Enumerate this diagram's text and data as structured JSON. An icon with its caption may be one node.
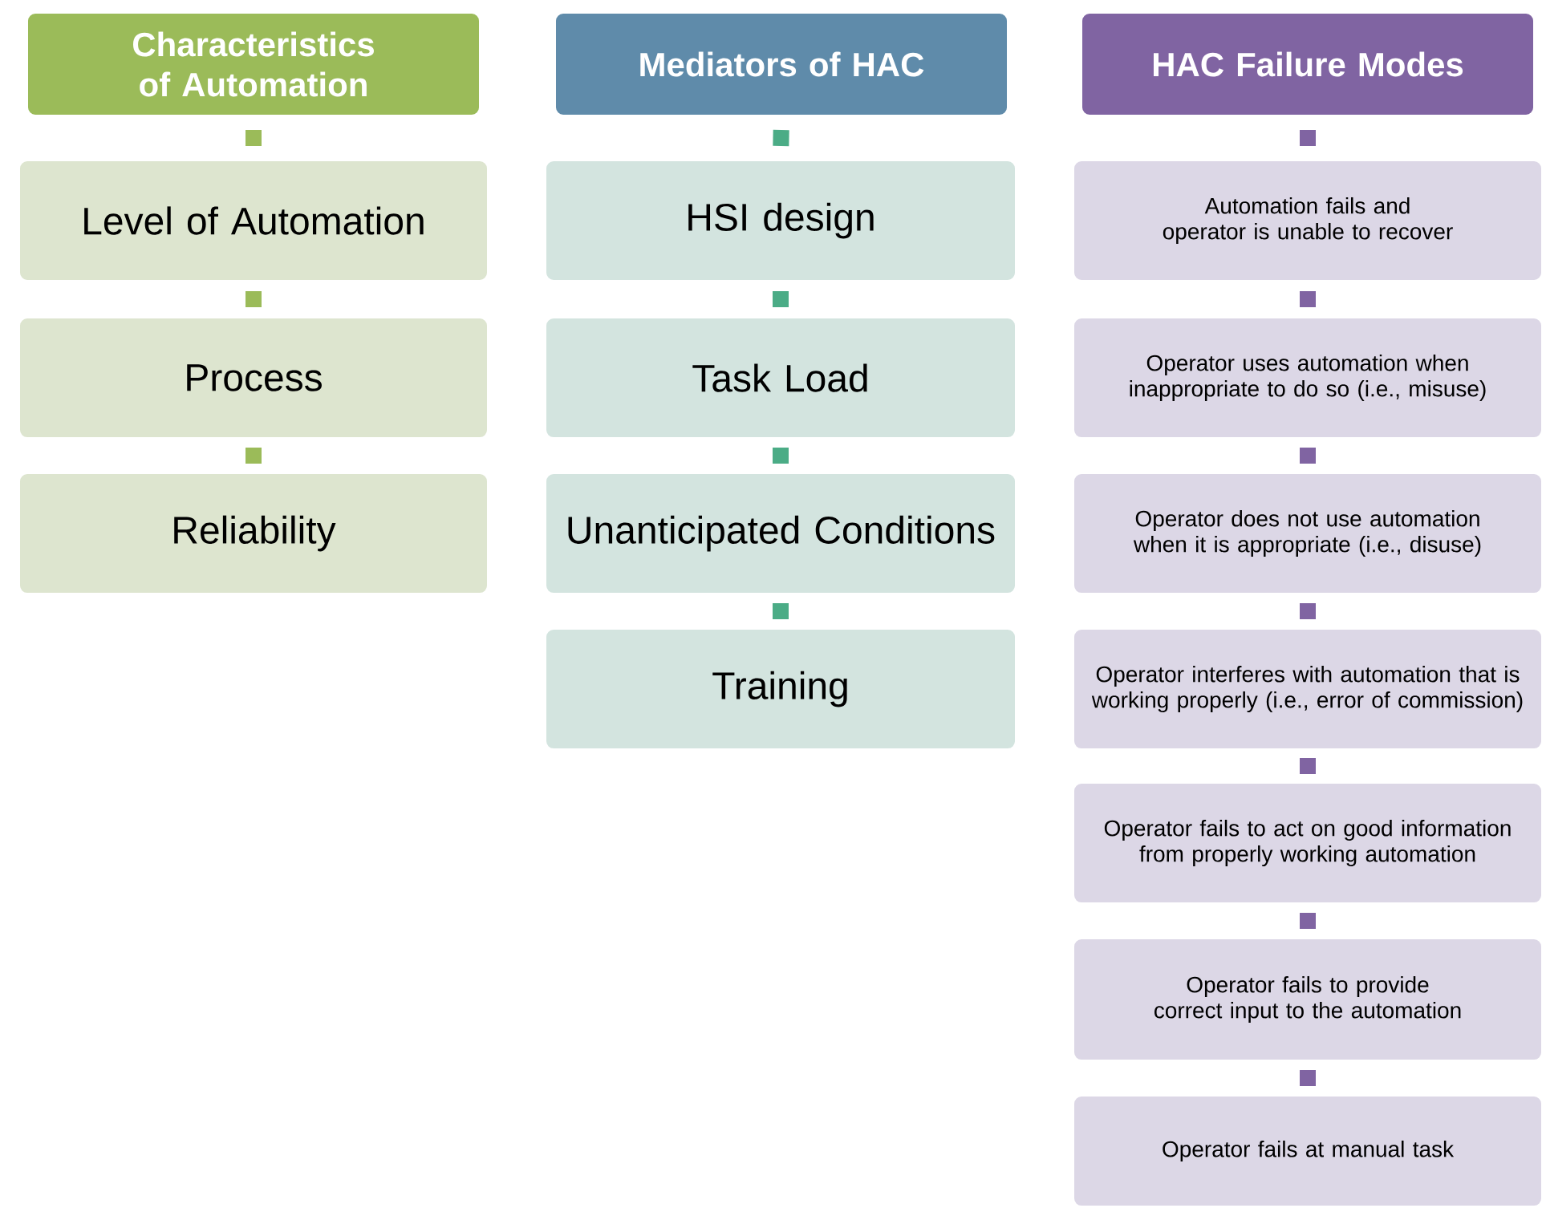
{
  "diagram": {
    "nodes": [
      {
        "text": [
          "Characteristics of Automation"
        ]
      },
      {
        "text": [
          "Level of Automation"
        ]
      },
      {
        "text": [
          "Process"
        ]
      },
      {
        "text": [
          "Reliability"
        ]
      },
      {
        "text": [
          "Mediators of HAC"
        ]
      },
      {
        "text": [
          "HSI design"
        ]
      },
      {
        "text": [
          "Task Load"
        ]
      },
      {
        "text": [
          "Unanticipated Conditions"
        ]
      },
      {
        "text": [
          "Training"
        ]
      },
      {
        "text": [
          "HAC Failure Modes"
        ]
      },
      {
        "text": [
          "Automation fails and operator is unable to recover"
        ]
      },
      {
        "text": [
          "Operator uses automation when inappropriate to do so (i.e., misuse)"
        ]
      },
      {
        "text": [
          "Operator does not use automation when it is appropriate (i.e., disuse)"
        ]
      },
      {
        "text": [
          "Operator interferes with automation that is working properly (i.e., error of commission)"
        ]
      },
      {
        "text": [
          "Operator fails to act on good information from properly working automation"
        ]
      },
      {
        "text": [
          "Operator fails to provide correct input to the automation"
        ]
      },
      {
        "text": [
          "Operator fails at manual task"
        ]
      }
    ],
    "edges": [
      {
        "from": 0,
        "to": 1,
        "arrow": "none",
        "color": "#9bbb59"
      },
      {
        "from": 1,
        "to": 2,
        "arrow": "none",
        "color": "#9bbb59"
      },
      {
        "from": 2,
        "to": 3,
        "arrow": "none",
        "color": "#9bbb59"
      },
      {
        "from": 4,
        "to": 5,
        "arrow": "none",
        "color": "#4bac86"
      },
      {
        "from": 5,
        "to": 6,
        "arrow": "none",
        "color": "#4bac86"
      },
      {
        "from": 6,
        "to": 7,
        "arrow": "none",
        "color": "#4bac86"
      },
      {
        "from": 7,
        "to": 8,
        "arrow": "none",
        "color": "#4bac86"
      },
      {
        "from": 9,
        "to": 10,
        "arrow": "none"
      },
      {
        "from": 10,
        "to": 11,
        "arrow": "none"
      },
      {
        "from": 11,
        "to": 12,
        "arrow": "none"
      },
      {
        "from": 12,
        "to": 13,
        "arrow": "none"
      },
      {
        "from": 13,
        "to": 14,
        "arrow": "none"
      },
      {
        "from": 14,
        "to": 15,
        "arrow": "none"
      },
      {
        "from": 15,
        "to": 16,
        "arrow": "none"
      }
    ]
  }
}
